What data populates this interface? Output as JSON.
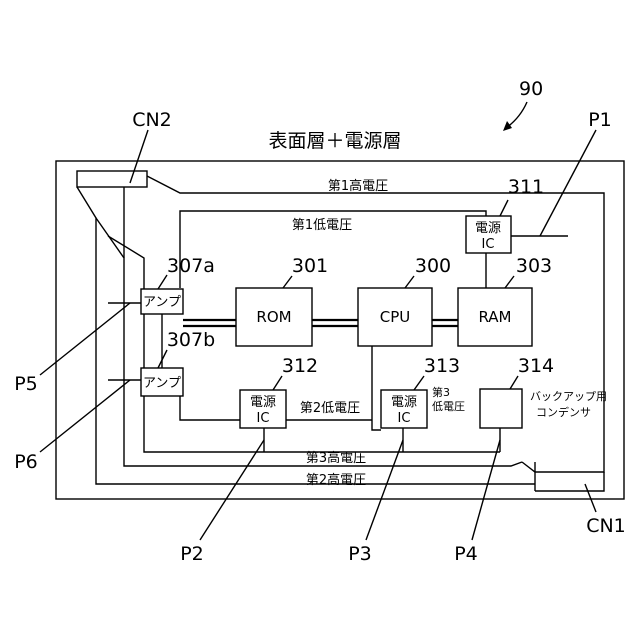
{
  "figure": {
    "ref_number": "90",
    "layer_title": "表面層＋電源層",
    "connectors": {
      "cn1": "CN1",
      "cn2": "CN2"
    },
    "lines": {
      "first_high": "第1高電圧",
      "first_low": "第1低電圧",
      "second_low": "第2低電圧",
      "third_low_line1": "第3",
      "third_low_line2": "低電圧",
      "third_high": "第3高電圧",
      "second_high": "第2高電圧"
    },
    "components": {
      "cpu": {
        "ref": "300",
        "label": "CPU"
      },
      "rom": {
        "ref": "301",
        "label": "ROM"
      },
      "ram": {
        "ref": "303",
        "label": "RAM"
      },
      "amp_a": {
        "ref": "307a",
        "label": "アンプ"
      },
      "amp_b": {
        "ref": "307b",
        "label": "アンプ"
      },
      "psu_311": {
        "ref": "311",
        "line1": "電源",
        "line2": "IC"
      },
      "psu_312": {
        "ref": "312",
        "line1": "電源",
        "line2": "IC"
      },
      "psu_313": {
        "ref": "313",
        "line1": "電源",
        "line2": "IC"
      },
      "capacitor": {
        "ref": "314",
        "line1": "バックアップ用",
        "line2": "コンデンサ"
      }
    },
    "points": {
      "p1": "P1",
      "p2": "P2",
      "p3": "P3",
      "p4": "P4",
      "p5": "P5",
      "p6": "P6"
    }
  }
}
